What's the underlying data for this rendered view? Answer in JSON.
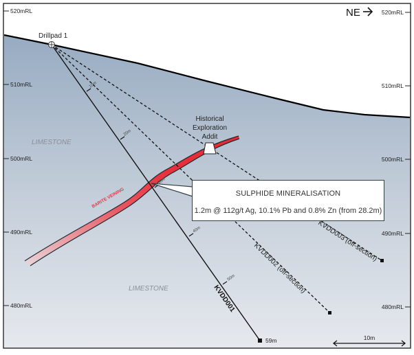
{
  "title": "Cross section KVDD001",
  "north_arrow": {
    "label": "NE",
    "icon": "arrow-right-icon"
  },
  "elevation_labels_left": [
    "520mRL",
    "510mRL",
    "500mRL",
    "490mRL",
    "480mRL"
  ],
  "elevation_labels_right": [
    "520mRL",
    "510mRL",
    "500mRL",
    "490mRL",
    "480mRL"
  ],
  "drillpad": {
    "label": "Drillpad 1",
    "icon": "crosshair-circle-icon"
  },
  "lithology_labels": [
    "LIMESTONE",
    "LIMESTONE"
  ],
  "vein_label": "BARITE VEINING",
  "addit_label": [
    "Historical",
    "Exploration",
    "Addit"
  ],
  "drillholes": [
    {
      "id": "KVDD001",
      "label": "KVDD001",
      "style": "solid",
      "depth_label": "59m",
      "ticks": [
        "10m",
        "20m",
        "30m",
        "40m",
        "50m"
      ]
    },
    {
      "id": "KVDD002",
      "label": "KVDD002 (off-section)",
      "style": "dashed"
    },
    {
      "id": "KVDD003",
      "label": "KVDD003 (off-section)",
      "style": "dashed"
    }
  ],
  "callout": {
    "title": "SULPHIDE MINERALISATION",
    "detail": "1.2m @ 112g/t Ag, 10.1% Pb and 0.8% Zn (from 28.2m)"
  },
  "scale_bar": {
    "label": "10m"
  },
  "colors": {
    "ground_top": "#9db0c4",
    "ground_bottom": "#e4e8ee",
    "vein": "#e8303a",
    "vein_fade": "#e8c8cc",
    "lithology_text": "#8a9098"
  }
}
